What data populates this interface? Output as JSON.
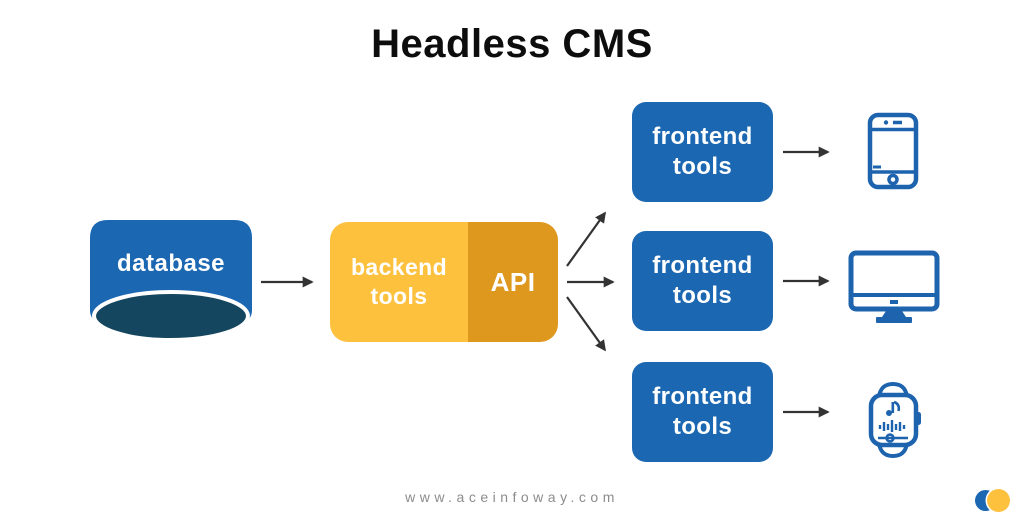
{
  "title": "Headless CMS",
  "database": {
    "label": "database"
  },
  "backend": {
    "label": "backend\ntools",
    "api_label": "API"
  },
  "frontend_boxes": [
    {
      "label": "frontend\ntools",
      "device": "smartphone"
    },
    {
      "label": "frontend\ntools",
      "device": "desktop-monitor"
    },
    {
      "label": "frontend\ntools",
      "device": "smartwatch"
    }
  ],
  "footer": {
    "website": "www.aceinfoway.com"
  },
  "colors": {
    "primary_blue": "#1b67b2",
    "dark_navy": "#15465f",
    "yellow": "#fdc13e",
    "orange": "#de981e",
    "arrow": "#333333",
    "icon_blue": "#1e63ae",
    "footer_gray": "#8c8c8c",
    "title_black": "#0d0d0d"
  }
}
